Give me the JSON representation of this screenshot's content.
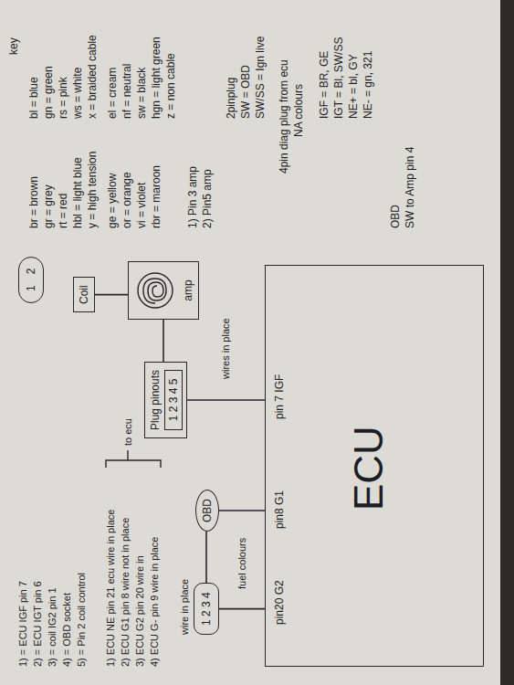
{
  "diagram": {
    "nodes": [
      {
        "text": [
          "Coil"
        ]
      },
      {
        "text": [
          "1",
          "2"
        ]
      },
      {
        "text": [
          "amp"
        ]
      },
      {
        "text": [
          "Plug pinouts",
          "1 2 3 4 5"
        ]
      },
      {
        "text": [
          "1 2 3 4"
        ]
      },
      {
        "text": [
          "OBD"
        ]
      },
      {
        "text": [
          "pin 7 IGF",
          "pin8 G1",
          "pin20 G2",
          "ECU"
        ]
      }
    ],
    "edges": [
      {
        "from": 0,
        "to": 2,
        "arrow": "none"
      },
      {
        "from": 2,
        "to": 3,
        "arrow": "none"
      },
      {
        "from": 3,
        "to": 6,
        "arrow": "none"
      },
      {
        "from": 4,
        "to": 5,
        "arrow": "none"
      },
      {
        "from": 5,
        "to": 6,
        "arrow": "none"
      },
      {
        "from": 4,
        "to": 6,
        "arrow": "none"
      }
    ],
    "labels": [
      "key",
      "bl = blue",
      "gn = green",
      "rs = pink",
      "ws = white",
      "x = braided cable",
      "br = brown",
      "gr = grey",
      "rt = red",
      "hbl = light blue",
      "y = high tension",
      "el = cream",
      "nf = neutral",
      "sw = black",
      "hgn = light green",
      "z = non cable",
      "ge = yellow",
      "or = orange",
      "vi = violet",
      "rbr = maroon",
      "1) Pin 3 amp",
      "2) Pin5 amp",
      "2pinplug",
      "SW = OBD",
      "SW/SS = Ign live",
      "4pin diag plug from ecu",
      "NA colours",
      "OBD",
      "SW to Amp pin 4",
      "IGF = BR, GE",
      "IGT = Bl, SW/SS",
      "NE+ = bl, GY",
      "NE- = gn, 321",
      "1) = ECU IGF pin 7",
      "2) = ECU IGT pin 6",
      "3) = coil IG2 pin 1",
      "4) = OBD socket",
      "5) = Pin 2 coil control",
      "1) ECU NE pin 21 ecu wire in place",
      "2) ECU G1 pin 8 wire not in place",
      "3) ECU G2 pin 20 wire in",
      "4) ECU G- pin 9 wire in place",
      "to ecu",
      "wires in place",
      "wire in place",
      "fuel colours"
    ]
  }
}
